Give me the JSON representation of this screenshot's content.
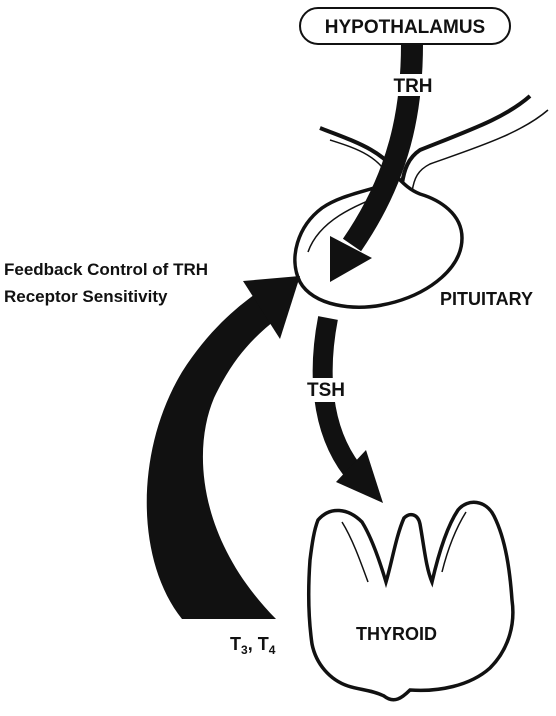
{
  "title": "HYPOTHALAMUS",
  "labels": {
    "trh": "TRH",
    "pituitary": "PITUITARY",
    "tsh": "TSH",
    "thyroid": "THYROID",
    "feedback_line1": "Feedback Control of TRH",
    "feedback_line2": "Receptor Sensitivity",
    "t3_base": "T",
    "t3_sub": "3",
    "separator": ", ",
    "t4_base": "T",
    "t4_sub": "4"
  },
  "colors": {
    "ink": "#111111",
    "background": "#ffffff"
  }
}
